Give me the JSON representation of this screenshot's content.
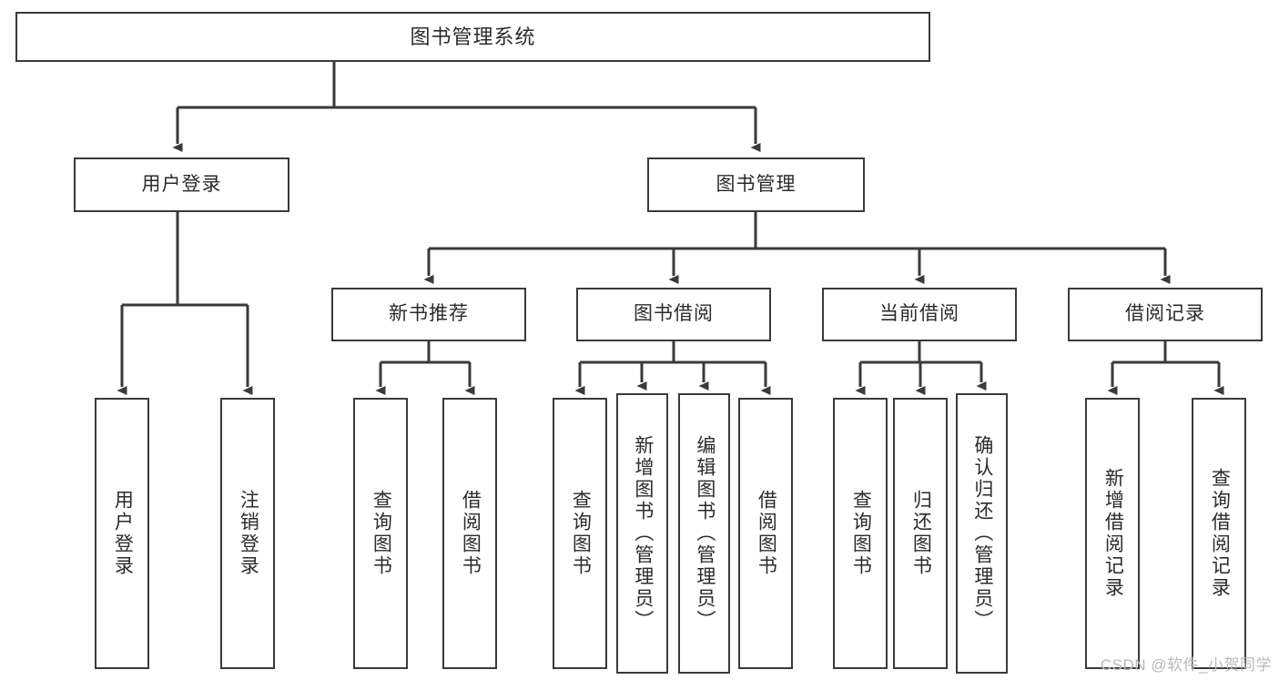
{
  "diagram": {
    "title": "图书管理系统",
    "type": "tree",
    "watermark": "CSDN @软件_小贺同学",
    "colors": {
      "stroke": "#3a3a3a",
      "text": "#2b2b2b",
      "background": "#ffffff",
      "watermark": "#b9b9b9"
    },
    "root": {
      "label": "图书管理系统"
    },
    "level2": [
      {
        "label": "用户登录"
      },
      {
        "label": "图书管理"
      }
    ],
    "level3": [
      {
        "label": "新书推荐"
      },
      {
        "label": "图书借阅"
      },
      {
        "label": "当前借阅"
      },
      {
        "label": "借阅记录"
      }
    ],
    "leaves": {
      "user_login": [
        {
          "label": "用户登录"
        },
        {
          "label": "注销登录"
        }
      ],
      "new_book_recommend": [
        {
          "label": "查询图书"
        },
        {
          "label": "借阅图书"
        }
      ],
      "book_borrow": [
        {
          "label": "查询图书"
        },
        {
          "label": "新增图书（管理员）"
        },
        {
          "label": "编辑图书（管理员）"
        },
        {
          "label": "借阅图书"
        }
      ],
      "current_borrow": [
        {
          "label": "查询图书"
        },
        {
          "label": "归还图书"
        },
        {
          "label": "确认归还（管理员）"
        }
      ],
      "borrow_record": [
        {
          "label": "新增借阅记录"
        },
        {
          "label": "查询借阅记录"
        }
      ]
    }
  }
}
